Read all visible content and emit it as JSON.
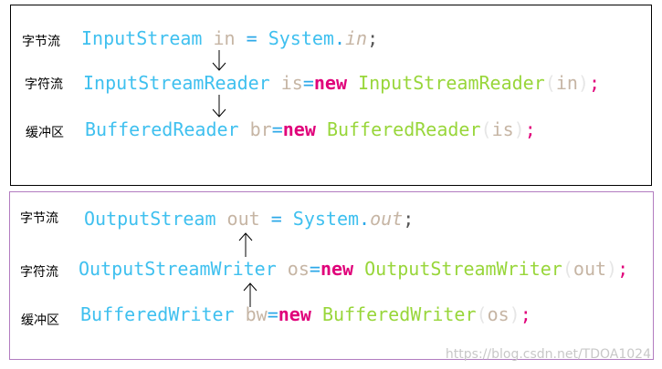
{
  "input_panel": {
    "rows": [
      {
        "label": "字节流",
        "tokens": [
          {
            "t": "InputStream",
            "c": "tok-type"
          },
          {
            "t": " ",
            "c": ""
          },
          {
            "t": "in",
            "c": "tok-var"
          },
          {
            "t": " = ",
            "c": "tok-op"
          },
          {
            "t": "System",
            "c": "tok-type"
          },
          {
            "t": ".",
            "c": "tok-op"
          },
          {
            "t": "in",
            "c": "tok-italic"
          },
          {
            "t": ";",
            "c": "tok-semi"
          }
        ]
      },
      {
        "label": "字符流",
        "tokens": [
          {
            "t": "InputStreamReader",
            "c": "tok-type"
          },
          {
            "t": " ",
            "c": ""
          },
          {
            "t": "is",
            "c": "tok-var"
          },
          {
            "t": "=",
            "c": "tok-op"
          },
          {
            "t": "new",
            "c": "tok-kw"
          },
          {
            "t": " ",
            "c": ""
          },
          {
            "t": "InputStreamReader",
            "c": "tok-ctor"
          },
          {
            "t": "(",
            "c": "tok-paren"
          },
          {
            "t": "in",
            "c": "tok-var"
          },
          {
            "t": ")",
            "c": "tok-paren"
          },
          {
            "t": ";",
            "c": "tok-semi-pink"
          }
        ]
      },
      {
        "label": "缓冲区",
        "tokens": [
          {
            "t": "BufferedReader",
            "c": "tok-type"
          },
          {
            "t": " ",
            "c": ""
          },
          {
            "t": "br",
            "c": "tok-var"
          },
          {
            "t": "=",
            "c": "tok-op"
          },
          {
            "t": "new",
            "c": "tok-kw"
          },
          {
            "t": " ",
            "c": ""
          },
          {
            "t": "BufferedReader",
            "c": "tok-ctor"
          },
          {
            "t": "(",
            "c": "tok-paren"
          },
          {
            "t": "is",
            "c": "tok-var"
          },
          {
            "t": ")",
            "c": "tok-paren"
          },
          {
            "t": ";",
            "c": "tok-semi-pink"
          }
        ]
      }
    ]
  },
  "output_panel": {
    "rows": [
      {
        "label": "字节流",
        "tokens": [
          {
            "t": "OutputStream",
            "c": "tok-type"
          },
          {
            "t": " ",
            "c": ""
          },
          {
            "t": "out",
            "c": "tok-var"
          },
          {
            "t": " = ",
            "c": "tok-op"
          },
          {
            "t": "System",
            "c": "tok-type"
          },
          {
            "t": ".",
            "c": "tok-op"
          },
          {
            "t": "out",
            "c": "tok-italic"
          },
          {
            "t": ";",
            "c": "tok-semi"
          }
        ]
      },
      {
        "label": "字符流",
        "tokens": [
          {
            "t": "OutputStreamWriter",
            "c": "tok-type"
          },
          {
            "t": " ",
            "c": ""
          },
          {
            "t": "os",
            "c": "tok-var"
          },
          {
            "t": "=",
            "c": "tok-op"
          },
          {
            "t": "new",
            "c": "tok-kw"
          },
          {
            "t": " ",
            "c": ""
          },
          {
            "t": "OutputStreamWriter",
            "c": "tok-ctor"
          },
          {
            "t": "(",
            "c": "tok-paren"
          },
          {
            "t": "out",
            "c": "tok-var"
          },
          {
            "t": ")",
            "c": "tok-paren"
          },
          {
            "t": ";",
            "c": "tok-semi-pink"
          }
        ]
      },
      {
        "label": "缓冲区",
        "tokens": [
          {
            "t": "BufferedWriter",
            "c": "tok-type"
          },
          {
            "t": " ",
            "c": ""
          },
          {
            "t": "bw",
            "c": "tok-var"
          },
          {
            "t": "=",
            "c": "tok-op"
          },
          {
            "t": "new",
            "c": "tok-kw"
          },
          {
            "t": " ",
            "c": ""
          },
          {
            "t": "BufferedWriter",
            "c": "tok-ctor"
          },
          {
            "t": "(",
            "c": "tok-paren"
          },
          {
            "t": "os",
            "c": "tok-var"
          },
          {
            "t": ")",
            "c": "tok-paren"
          },
          {
            "t": ";",
            "c": "tok-semi-pink"
          }
        ]
      }
    ]
  },
  "watermark": "https://blog.csdn.net/TDOA1024",
  "colors": {
    "type": "#3fc0ef",
    "variable": "#c6b5a4",
    "keyword": "#e0007a",
    "constructor": "#98d63a",
    "top_border": "#000000",
    "bottom_border": "#b27cc0"
  }
}
